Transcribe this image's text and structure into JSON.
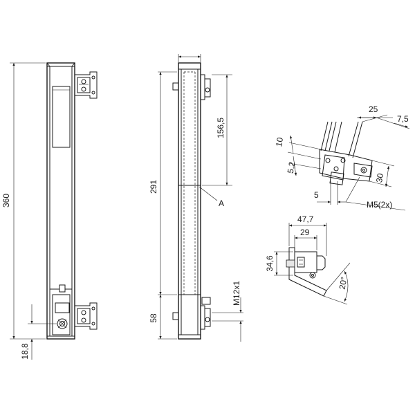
{
  "dimensions": {
    "overall_length": "360",
    "bottom_offset": "18,8",
    "body_width_top": "",
    "length_291": "291",
    "length_156": "156,5",
    "length_58": "58",
    "connector_thread": "M12x1",
    "detail_label": "A",
    "bracket_25": "25",
    "bracket_7_5": "7,5",
    "bracket_10": "10",
    "bracket_5_2": "5,2",
    "bracket_5": "5",
    "bracket_30": "30",
    "bracket_thread": "M5(2x)",
    "side_47_7": "47,7",
    "side_29": "29",
    "side_34_6": "34,6",
    "side_angle": "20°"
  }
}
